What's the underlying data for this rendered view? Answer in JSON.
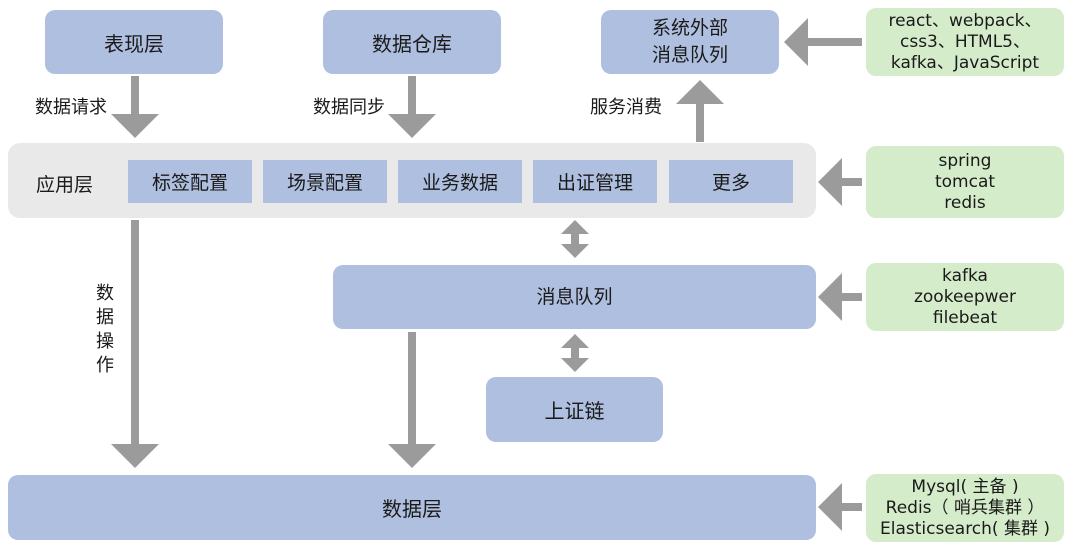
{
  "top": {
    "presentation": "表现层",
    "warehouse": "数据仓库",
    "external_mq": [
      "系统外部",
      "消息队列"
    ]
  },
  "labels": {
    "data_request": "数据请求",
    "data_sync": "数据同步",
    "service_consume": "服务消费",
    "data_operation": [
      "数",
      "据",
      "操",
      "作"
    ]
  },
  "app_layer": {
    "title": "应用层",
    "modules": [
      "标签配置",
      "场景配置",
      "业务数据",
      "出证管理",
      "更多"
    ]
  },
  "message_queue": "消息队列",
  "blockchain": "上证链",
  "data_layer": "数据层",
  "tech": {
    "frontend": [
      "react、webpack、",
      "css3、HTML5、",
      "kafka、JavaScript"
    ],
    "app": [
      "spring",
      "tomcat",
      "redis"
    ],
    "mq": [
      "kafka",
      "zookeepwer",
      "filebeat"
    ],
    "data": [
      "Mysql( 主备 )",
      "Redis（ 哨兵集群 ）",
      "Elasticsearch( 集群 )"
    ]
  },
  "colors": {
    "layer_blue": "#afbfdf",
    "app_gray": "#e9e9ea",
    "tech_green": "#d5ecca",
    "arrow_gray": "#9b9b9b"
  }
}
